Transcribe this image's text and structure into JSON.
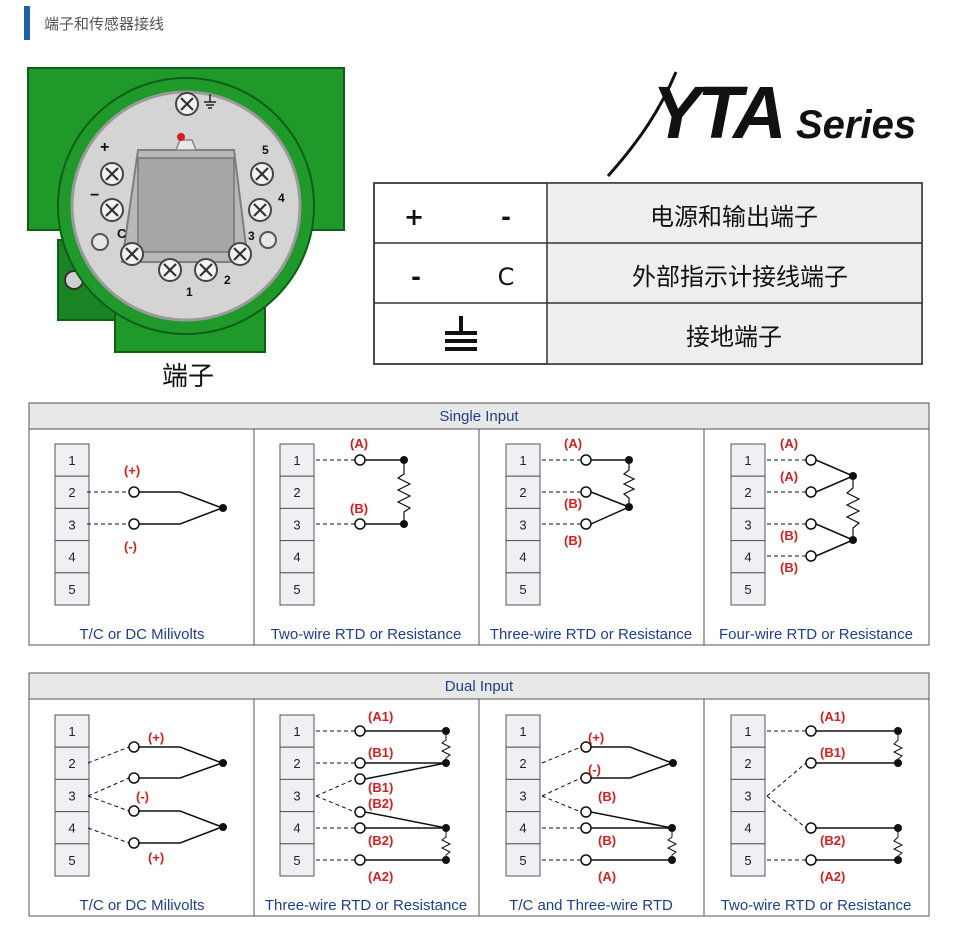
{
  "header": {
    "title": "端子和传感器接线"
  },
  "device": {
    "caption": "端子",
    "terminal_numbers": [
      "1",
      "2",
      "3",
      "4",
      "5"
    ],
    "marks": [
      "+",
      "−",
      "C"
    ]
  },
  "logo": {
    "brand": "YTA",
    "series": "Series"
  },
  "legend_table": {
    "rows": [
      {
        "left_a": "+",
        "left_b": "-",
        "desc": "电源和输出端子"
      },
      {
        "left_a": "-",
        "left_b": "C",
        "desc": "外部指示计接线端子"
      },
      {
        "left_a": "",
        "left_b": "",
        "desc": "接地端子",
        "icon": "ground-icon"
      }
    ]
  },
  "single_input": {
    "title": "Single Input",
    "captions": [
      "T/C or DC Milivolts",
      "Two-wire RTD or Resistance",
      "Three-wire RTD or Resistance",
      "Four-wire RTD or Resistance"
    ],
    "labels": {
      "tc": [
        "(+)",
        "(-)"
      ],
      "rtd2": [
        "(A)",
        "(B)"
      ],
      "rtd3": [
        "(A)",
        "(B)",
        "(B)"
      ],
      "rtd4": [
        "(A)",
        "(A)",
        "(B)",
        "(B)"
      ]
    }
  },
  "dual_input": {
    "title": "Dual Input",
    "captions": [
      "T/C or DC Milivolts",
      "Three-wire RTD or Resistance",
      "T/C and Three-wire RTD",
      "Two-wire RTD or Resistance"
    ],
    "labels": {
      "tc": [
        "(+)",
        "(-)",
        "(+)"
      ],
      "rtd3": [
        "(A1)",
        "(B1)",
        "(B1)",
        "(B2)",
        "(B2)",
        "(A2)"
      ],
      "mix": [
        "(+)",
        "(-)",
        "(B)",
        "(B)",
        "(A)"
      ],
      "rtd2": [
        "(A1)",
        "(B1)",
        "(B2)",
        "(A2)"
      ]
    }
  },
  "colors": {
    "accent": "#1f5fa8",
    "caption": "#1f3f8a",
    "label_red": "#d21f1f",
    "device_green": "#1f9a2a",
    "panel_header": "#e8e8e8"
  }
}
